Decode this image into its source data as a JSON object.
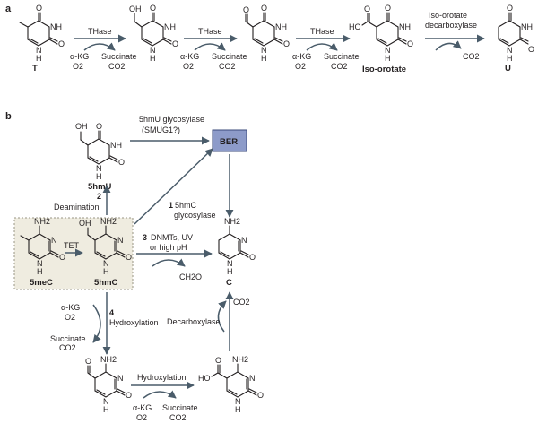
{
  "panels": {
    "a": "a",
    "b": "b"
  },
  "colors": {
    "arrow": "#4a5c6a",
    "ber_fill": "#8d9bc9",
    "ber_border": "#3a4a7a",
    "box_fill": "#efece0",
    "box_border": "#9a9685"
  },
  "panel_a": {
    "compounds": {
      "t": "T",
      "isoorotate": "Iso-orotate",
      "u": "U"
    },
    "enzyme": "THase",
    "cosub_in1": "α-KG",
    "cosub_in2": "O2",
    "cosub_out1": "Succinate",
    "cosub_out2": "CO2",
    "decarb1": "Iso-orotate",
    "decarb2": "decarboxylase",
    "decarb_out": "CO2"
  },
  "panel_b": {
    "compounds": {
      "5hmu": "5hmU",
      "5mec": "5meC",
      "5hmc": "5hmC",
      "c": "C"
    },
    "ber": "BER",
    "tet": "TET",
    "sl1": "5hmU glycosylase",
    "sl2": "(SMUG1?)",
    "n1": "1",
    "n1a": "5hmC",
    "n1b": "glycosylase",
    "n2": "2",
    "n2a": "Deamination",
    "n3": "3",
    "n3a": "DNMTs, UV",
    "n3b": "or high pH",
    "ch2o": "CH2O",
    "n4": "4",
    "n4a": "Hydroxylation",
    "akg": "α-KG",
    "o2": "O2",
    "succ": "Succinate",
    "co2": "CO2",
    "decarboxylase": "Decarboxylase",
    "hydroxylation": "Hydroxylation"
  },
  "atoms": {
    "o": "O",
    "nh": "NH",
    "n": "N",
    "h": "H",
    "nh2": "NH2",
    "oh": "OH",
    "ho": "HO"
  }
}
